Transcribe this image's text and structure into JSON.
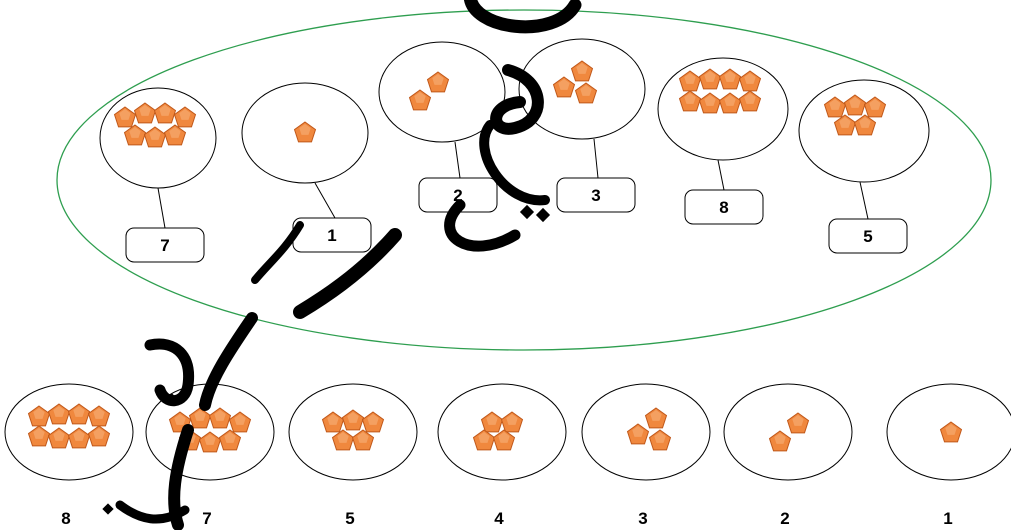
{
  "colors": {
    "outer_ellipse": "#2e9e4f",
    "piece_fill": "#f0883e",
    "piece_stroke": "#c0581a",
    "piece_highlight": "#f7b07a",
    "watermark": "#000000"
  },
  "icon": "pentagon-piece-icon",
  "top_group": {
    "items": [
      {
        "label": "7",
        "count": 7
      },
      {
        "label": "1",
        "count": 1
      },
      {
        "label": "2",
        "count": 2
      },
      {
        "label": "3",
        "count": 3
      },
      {
        "label": "8",
        "count": 8
      },
      {
        "label": "5",
        "count": 5
      }
    ]
  },
  "bottom_row": {
    "items": [
      {
        "label": "8",
        "count": 8
      },
      {
        "label": "7",
        "count": 7
      },
      {
        "label": "5",
        "count": 5
      },
      {
        "label": "4",
        "count": 4
      },
      {
        "label": "3",
        "count": 3
      },
      {
        "label": "2",
        "count": 2
      },
      {
        "label": "1",
        "count": 1
      }
    ]
  }
}
